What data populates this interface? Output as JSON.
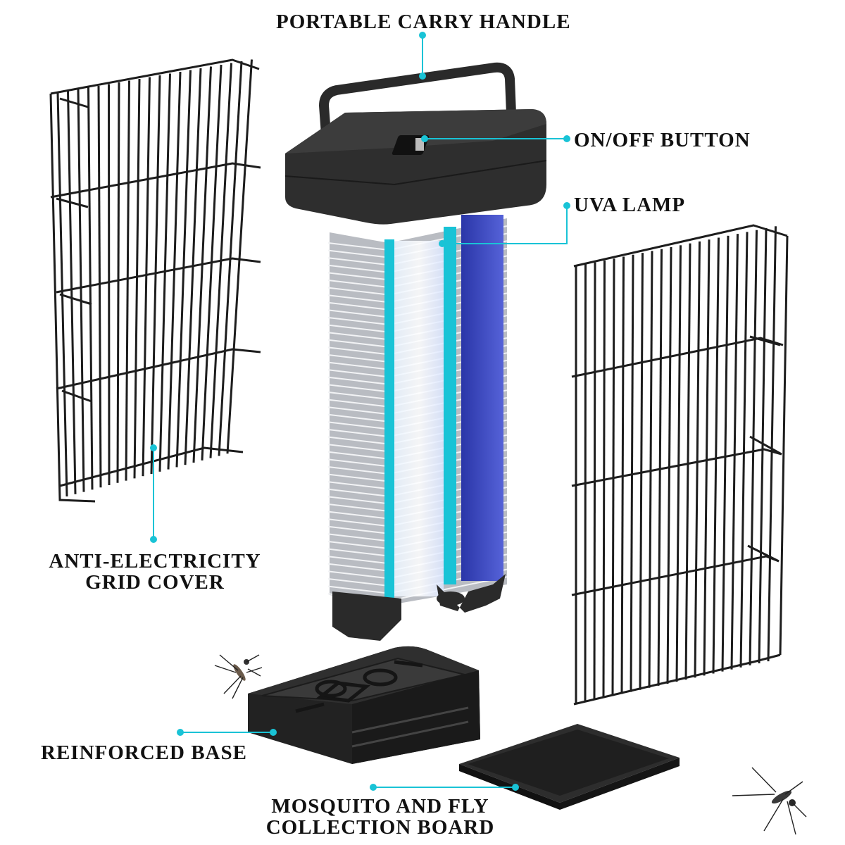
{
  "labels": {
    "handle": "PORTABLE CARRY HANDLE",
    "onoff": "ON/OFF BUTTON",
    "uva": "UVA LAMP",
    "grid_line1": "ANTI-ELECTRICITY",
    "grid_line2": "GRID COVER",
    "base": "REINFORCED BASE",
    "board_line1": "MOSQUITO AND FLY",
    "board_line2": "COLLECTION BOARD"
  },
  "colors": {
    "accent": "#19c3d6",
    "body": "#2b2b2b",
    "uv_blue": "#3b49c9"
  }
}
